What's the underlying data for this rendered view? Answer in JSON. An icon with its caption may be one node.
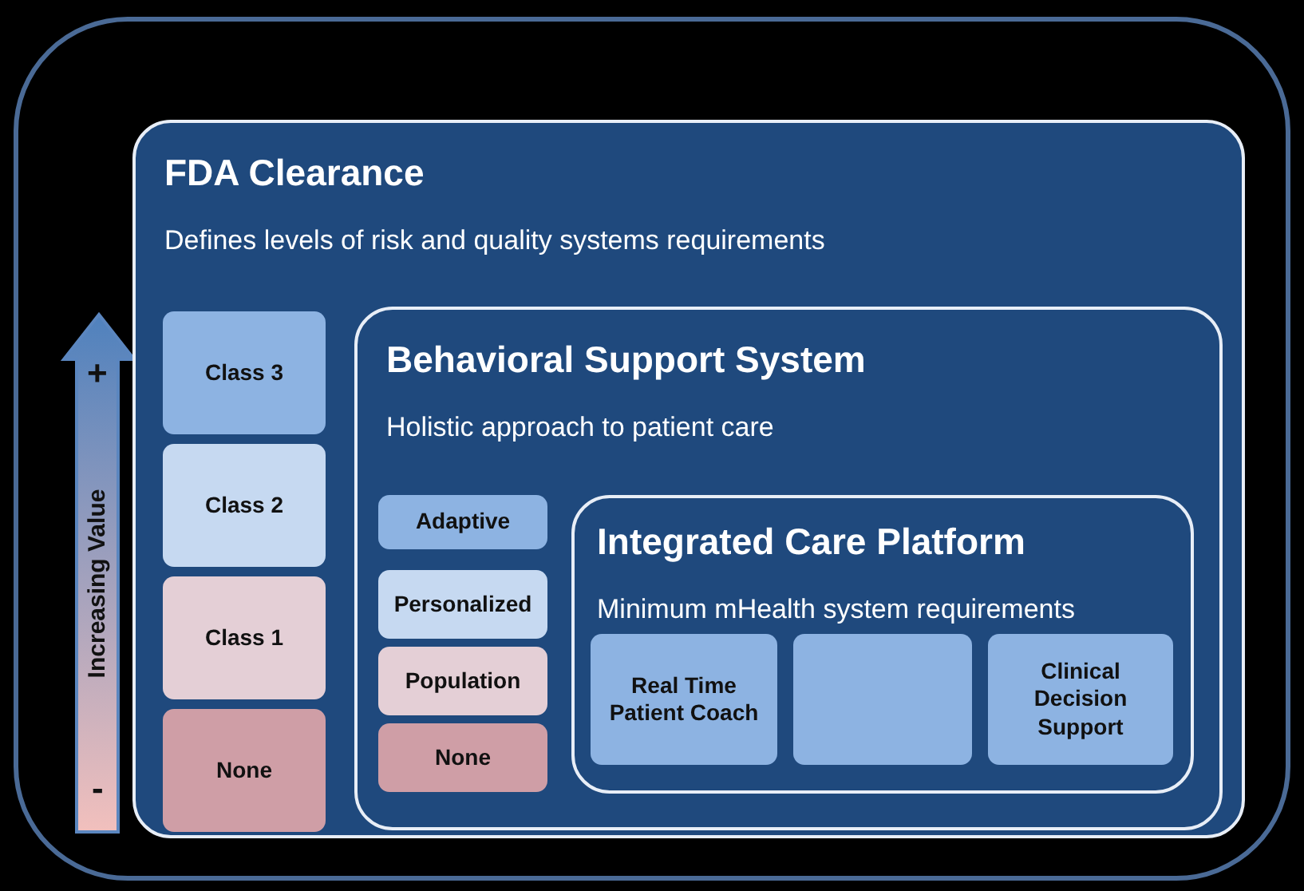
{
  "diagram": {
    "nodes": [
      {
        "text": [
          "FDA Clearance",
          "Defines levels of risk and quality systems requirements"
        ]
      },
      {
        "text": [
          "Class 3"
        ],
        "in": 0
      },
      {
        "text": [
          "Class 2"
        ],
        "in": 0
      },
      {
        "text": [
          "Class 1"
        ],
        "in": 0
      },
      {
        "text": [
          "None"
        ],
        "in": 0
      },
      {
        "text": [
          "Behavioral Support System",
          "Holistic approach to patient care"
        ],
        "in": 0
      },
      {
        "text": [
          "Adaptive"
        ],
        "in": 5
      },
      {
        "text": [
          "Personalized"
        ],
        "in": 5
      },
      {
        "text": [
          "Population"
        ],
        "in": 5
      },
      {
        "text": [
          "None"
        ],
        "in": 5
      },
      {
        "text": [
          "Integrated Care Platform",
          "Minimum mHealth system requirements"
        ],
        "in": 5
      },
      {
        "text": [
          "Real Time Patient Coach"
        ],
        "in": 10
      },
      {
        "text": [],
        "shape": "box",
        "in": 10
      },
      {
        "text": [
          "Clinical Decision Support"
        ],
        "in": 10
      }
    ],
    "labels": [
      "+",
      "Increasing Value",
      "-"
    ]
  }
}
